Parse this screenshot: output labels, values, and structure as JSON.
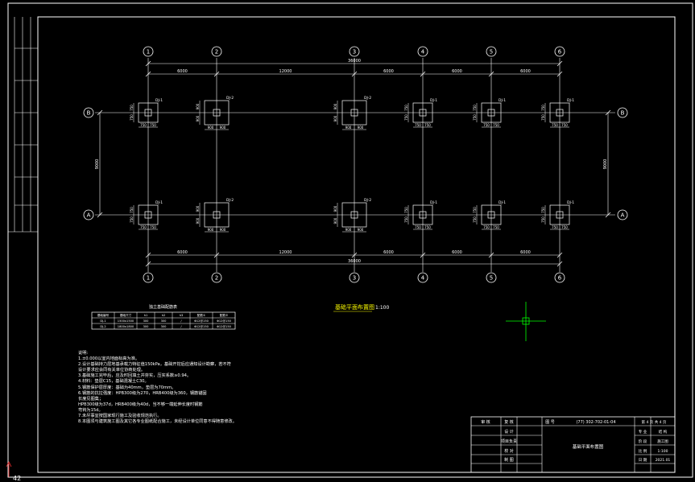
{
  "colors": {
    "background": "#000000",
    "line": "#ffffff",
    "title": "#ffff00",
    "crosshair": "#00ff00"
  },
  "plan_title": "基础平面布置图",
  "plan_scale": "1:100",
  "axes_top": [
    "1",
    "2",
    "3",
    "4",
    "5",
    "6"
  ],
  "axes_bottom": [
    "1",
    "2",
    "3",
    "4",
    "5",
    "6"
  ],
  "axes_rows": [
    "B",
    "A"
  ],
  "dims_top": [
    "6000",
    "12000",
    "6000",
    "6000",
    "6000"
  ],
  "dim_total_top": "36000",
  "dims_bottom": [
    "6000",
    "12000",
    "6000",
    "6000",
    "6000"
  ],
  "dim_total_bottom": "36000",
  "dim_vertical": "9000",
  "footings_row_b": [
    "DJ-1",
    "DJ-2",
    "DJ-2",
    "DJ-1",
    "DJ-1",
    "DJ-1"
  ],
  "footings_row_a": [
    "DJ-1",
    "DJ-2",
    "DJ-2",
    "DJ-1",
    "DJ-1",
    "DJ-1"
  ],
  "footing_dims": {
    "j1_side": "750",
    "j1_vert": "750",
    "j2_side": "900",
    "j2_vert": "900"
  },
  "schedule_title": "独立基础配筋表",
  "schedule_headers": [
    "基础编号",
    "基础尺寸",
    "h1",
    "h2",
    "h3",
    "配筋①",
    "配筋②"
  ],
  "schedule_rows": [
    [
      "DJ-1",
      "1500x1500",
      "300",
      "300",
      "/",
      "Φ12@150",
      "Φ12@150"
    ],
    [
      "DJ-2",
      "1800x1800",
      "300",
      "300",
      "/",
      "Φ12@150",
      "Φ12@150"
    ]
  ],
  "notes_title": "说明:",
  "notes": [
    "1.±0.000以室内地面标高为准。",
    "2.设计基础持力层地基承载力特征值150kPa，基础开挖后应通知设计勘察，若不符",
    "  设计要求应会同有关单位协商处理。",
    "3.基础施工完毕后，应及时回填土并夯实，压实系数≥0.94。",
    "4.材料：垫层C15，基础混凝土C30。",
    "5.钢筋保护层厚度：基础为40mm，垫层为70mm。",
    "6.钢筋的抗拉强度：HPB300级为270，HRB400级为360，钢筋锚固",
    "  长度见图集；",
    "  HPB300级为37d，HRB400级为40d，当不够一端延伸长度时钢筋",
    "  弯钩为15d。",
    "7.未尽事宜按国家现行施工及验收规范执行。",
    "8.本图须与建筑施工图及其它各专业图纸配合施工，未经设计单位同意不得随意修改。"
  ],
  "title_block": {
    "label_review": "审 核",
    "label_proj": "项目负责",
    "label_design": "设 计",
    "label_check": "校 对",
    "label_draw": "制 图",
    "label_proof": "复 核",
    "label_drawing_no": "图 号",
    "drawing_no": "(77) 302-702-01-04",
    "drawing_name": "基础平面布置图",
    "sheet_info": "第 4 页 共 4 页",
    "label_discipline": "专 业",
    "discipline": "结 构",
    "label_stage": "阶 段",
    "stage": "施工图",
    "label_scale": "比 例",
    "scale": "1:100",
    "label_date": "日 期",
    "date": "2021.01"
  },
  "corner_label": "42"
}
